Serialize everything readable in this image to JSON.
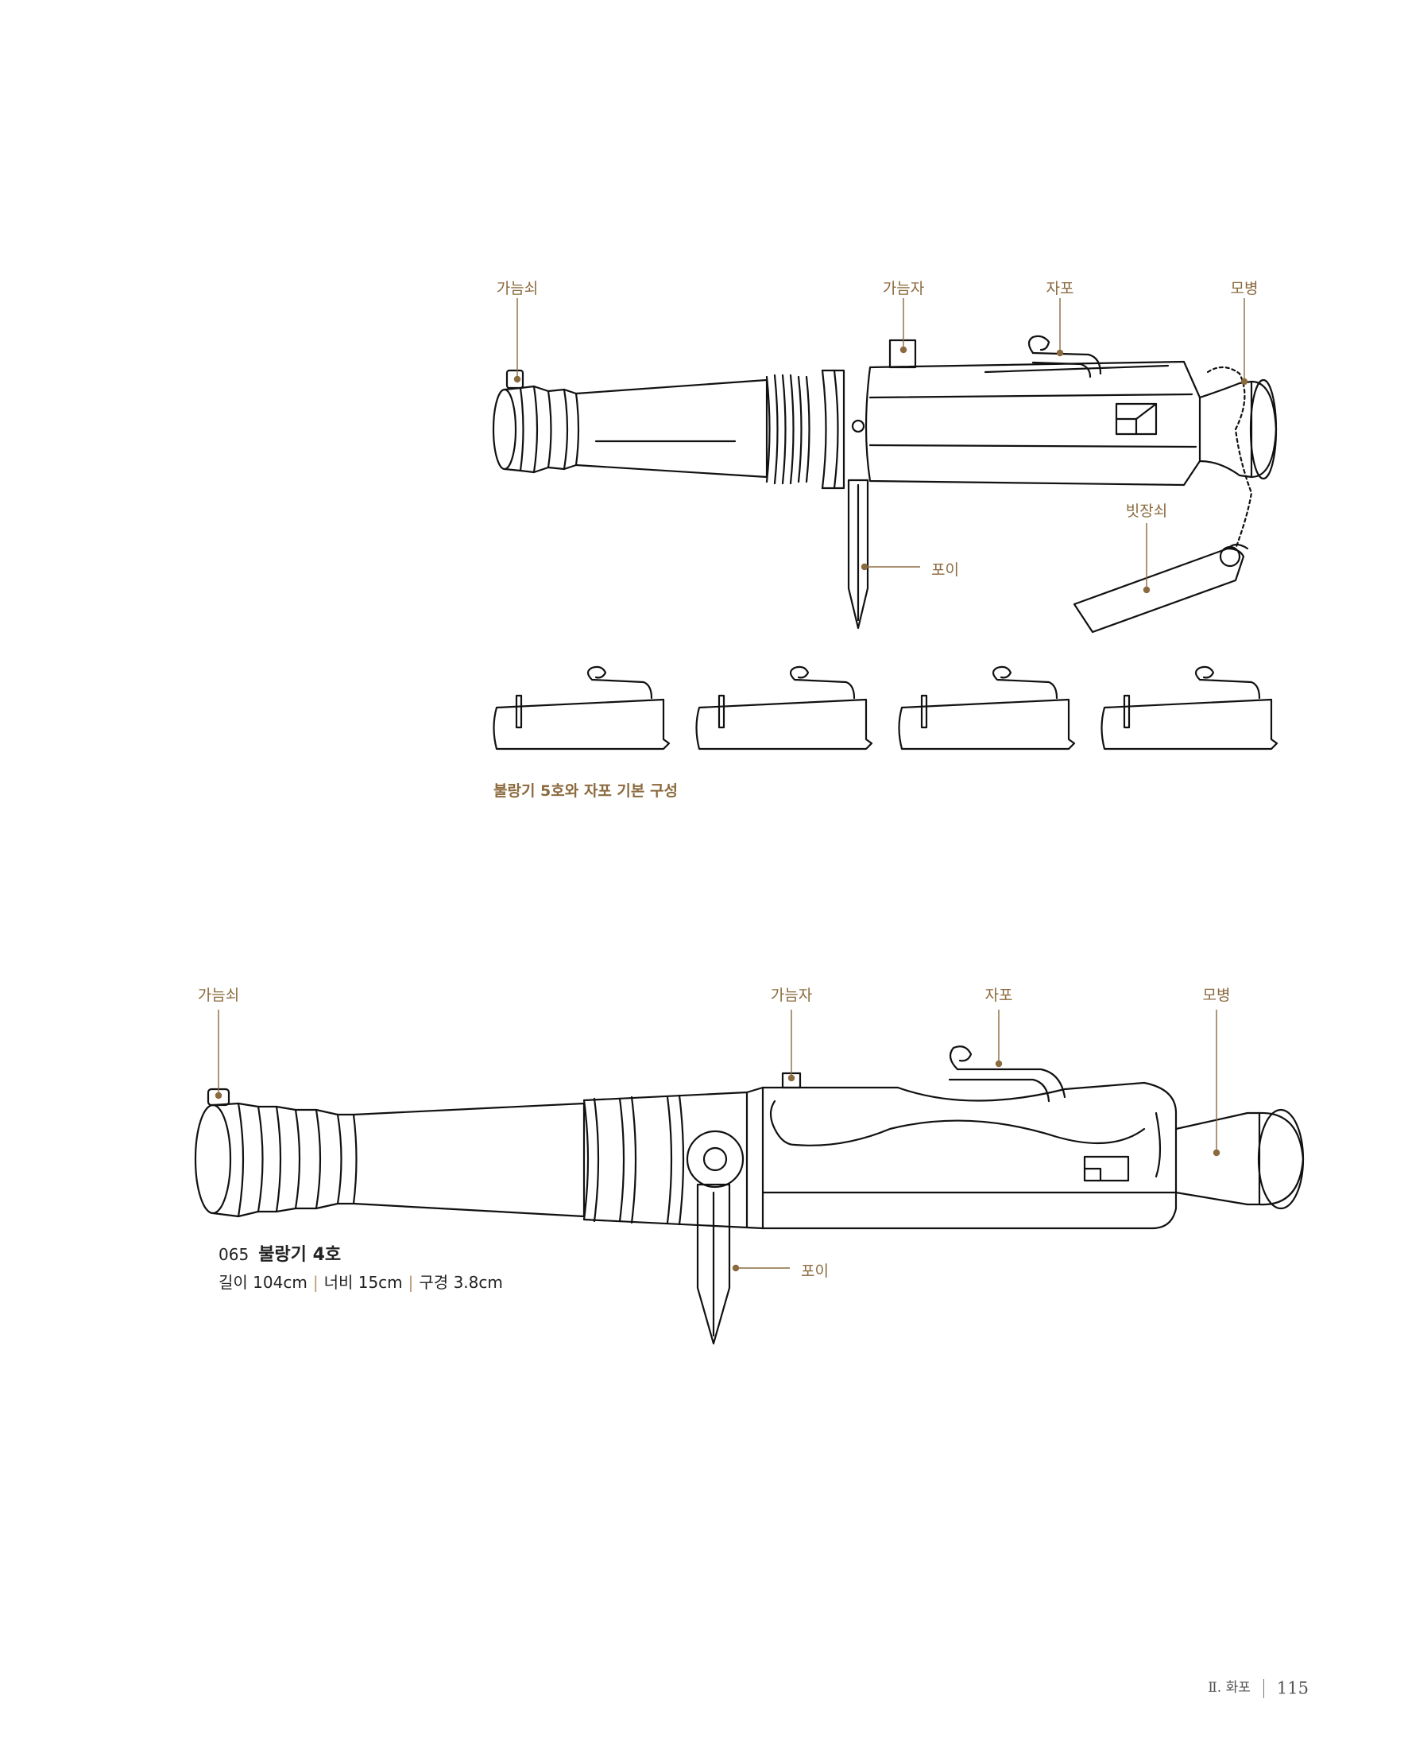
{
  "figure_top": {
    "labels": {
      "gauge_pin": "가늠쇠",
      "rear_sight": "가늠자",
      "breech_chamber": "자포",
      "tail_socket": "모병",
      "wedge": "빗장쇠",
      "spike": "포이"
    },
    "caption": "불랑기 5호와 자포 기본 구성"
  },
  "figure_bottom": {
    "labels": {
      "gauge_pin": "가늠쇠",
      "rear_sight": "가늠자",
      "breech_chamber": "자포",
      "tail_socket": "모병",
      "spike": "포이"
    },
    "item_number": "065",
    "item_name": "불랑기 4호",
    "specs": {
      "length": "길이 104cm",
      "width": "너비 15cm",
      "bore": "구경 3.8cm"
    }
  },
  "footer": {
    "section": "Ⅱ. 화포",
    "page_number": "115"
  },
  "colors": {
    "label_accent": "#8b6a3e",
    "line_art": "#111111",
    "text_dark": "#222222"
  }
}
